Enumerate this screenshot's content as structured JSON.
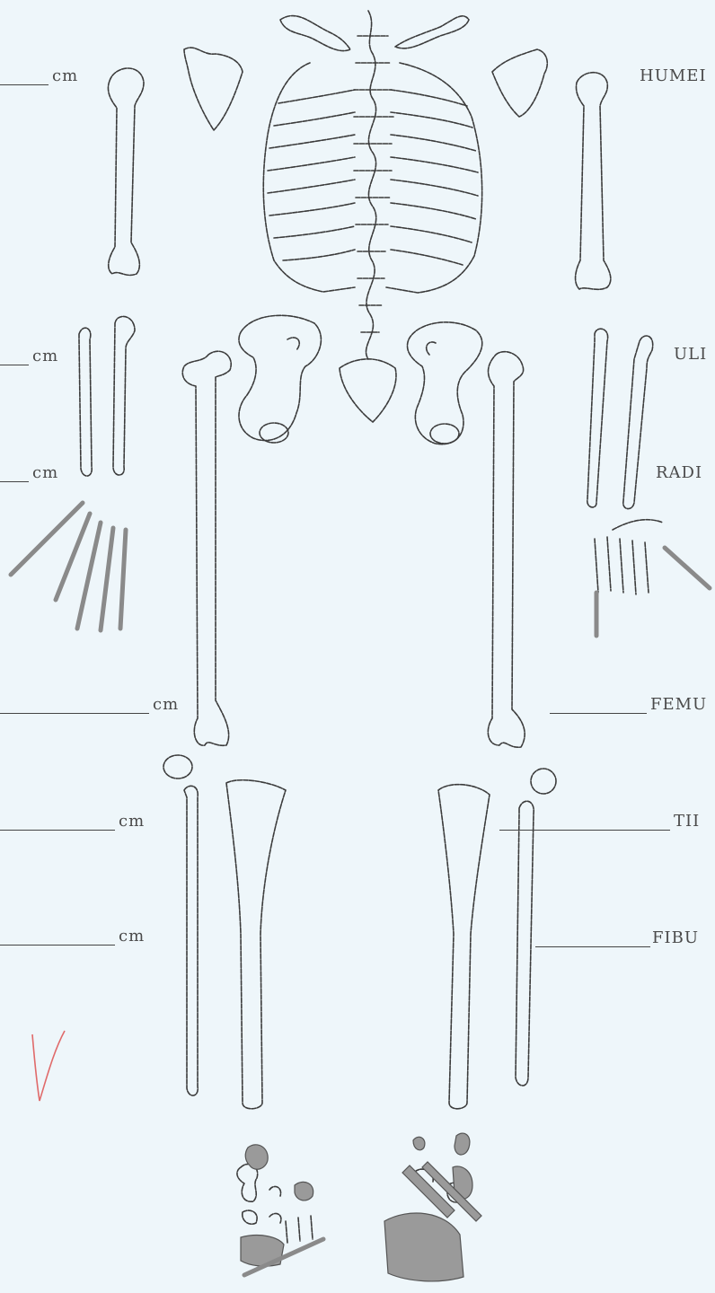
{
  "worksheet": {
    "unit_label": "cm",
    "left_labels": [
      "cm",
      "cm",
      "cm",
      "cm",
      "cm",
      "cm"
    ],
    "right_labels": {
      "humerus": "HUMEI",
      "ulna": "ULI",
      "radius": "RADI",
      "femur": "FEMU",
      "tibia": "TII",
      "fibula": "FIBU"
    }
  },
  "colors": {
    "background": "#eef6fa",
    "ink": "#3b3b3b",
    "pencil": "#8a8a8a",
    "red_mark": "#e06a6a"
  }
}
